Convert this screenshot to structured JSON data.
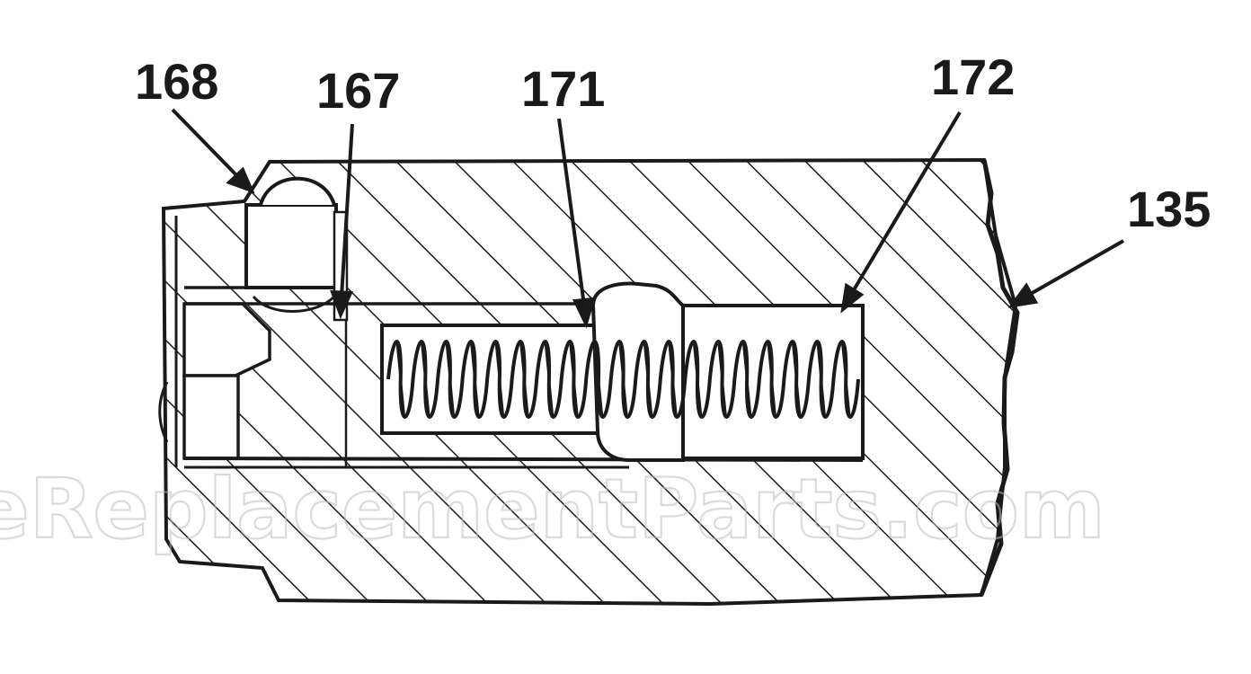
{
  "diagram": {
    "callouts": {
      "c168": "168",
      "c167": "167",
      "c171": "171",
      "c172": "172",
      "c135": "135"
    },
    "watermark": "eReplacementParts.com"
  },
  "colors": {
    "ink": "#1a1a1a",
    "paper": "#ffffff",
    "watermark": "#bdbdbd"
  }
}
